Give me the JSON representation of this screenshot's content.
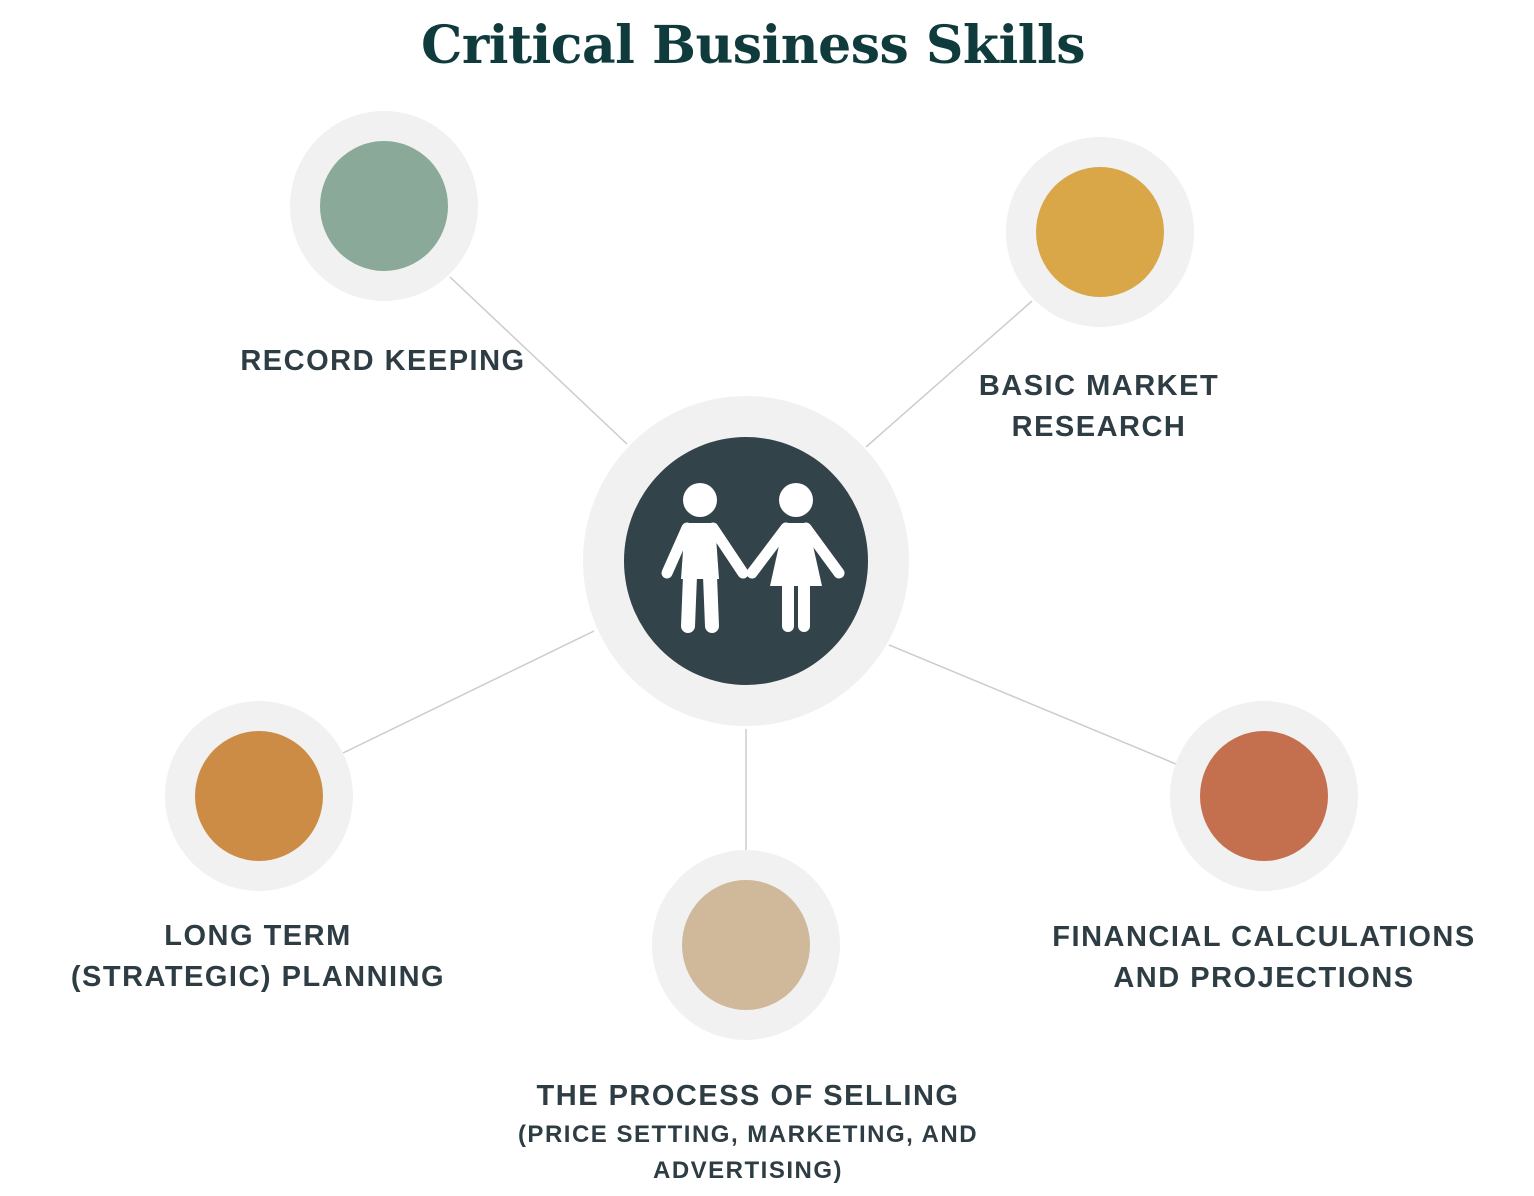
{
  "title": "Critical Business Skills",
  "colors": {
    "title": "#103b3d",
    "label": "#2e3d43",
    "ring": "#f1f1f1",
    "connector": "#cccccc",
    "center_core": "#32434a",
    "center_icon": "#ffffff"
  },
  "center": {
    "icon": "boy-and-girl-icon"
  },
  "skills": [
    {
      "id": "record-keeping",
      "label_lines": [
        "RECORD KEEPING"
      ],
      "dot_color": "#8ba998"
    },
    {
      "id": "basic-market-research",
      "label_lines": [
        "BASIC MARKET",
        "RESEARCH"
      ],
      "dot_color": "#d9a648"
    },
    {
      "id": "long-term-planning",
      "label_lines": [
        "LONG TERM",
        "(STRATEGIC) PLANNING"
      ],
      "dot_color": "#cd8c46"
    },
    {
      "id": "process-of-selling",
      "label_lines": [
        "THE PROCESS OF SELLING"
      ],
      "sub_lines": [
        "(PRICE SETTING, MARKETING, AND",
        "ADVERTISING)"
      ],
      "dot_color": "#cfb99a"
    },
    {
      "id": "financial-calculations",
      "label_lines": [
        "FINANCIAL CALCULATIONS",
        "AND PROJECTIONS"
      ],
      "dot_color": "#c46f4e"
    }
  ]
}
